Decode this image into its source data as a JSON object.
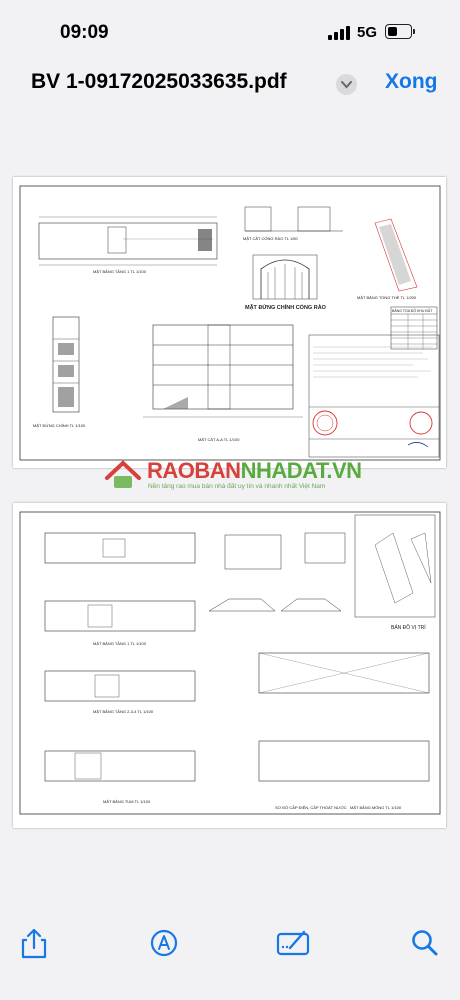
{
  "status_bar": {
    "time": "09:09",
    "network": "5G"
  },
  "nav": {
    "title": "BV 1-09172025033635.pdf",
    "done_label": "Xong"
  },
  "page1": {
    "labels": {
      "floor1": "MẶT BẰNG TẦNG 1  TL 1/100",
      "gate_elevation": "MẶT ĐỨNG CHÍNH CỔNG RÀO",
      "gate_section": "MẶT CẮT CỔNG RÀO  TL 1/50",
      "site_plan": "MẶT BẰNG TỔNG THỂ  TL 1/200",
      "coordinates_table": "BẢNG TỌA ĐỘ KHU ĐẤT",
      "main_elevation": "MẶT ĐỨNG CHÍNH  TL 1/100",
      "section_aa": "MẶT CẮT A-A  TL 1/100"
    }
  },
  "page2": {
    "labels": {
      "site_location": "BẢN ĐỒ VỊ TRÍ",
      "floor1": "MẶT BẰNG TẦNG 1  TL 1/100",
      "floor234": "MẶT BẰNG TẦNG 2-3-4  TL 1/100",
      "roof": "MẶT BẰNG TUM  TL 1/100",
      "utilities": "SƠ ĐỒ CẤP ĐIỆN, CẤP THOÁT NƯỚC",
      "foundation": "MẶT BẰNG MÓNG  TL 1/100"
    }
  },
  "watermark": {
    "brand_part1": "RAOBAN",
    "brand_part2": "NHADAT.VN",
    "tagline": "Nền tảng rao mua bán nhà đất uy tín và nhanh nhất Việt Nam"
  },
  "toolbar": {
    "icons": [
      "share-icon",
      "markup-icon",
      "annotate-icon",
      "search-icon"
    ],
    "accent": "#1677e6"
  }
}
